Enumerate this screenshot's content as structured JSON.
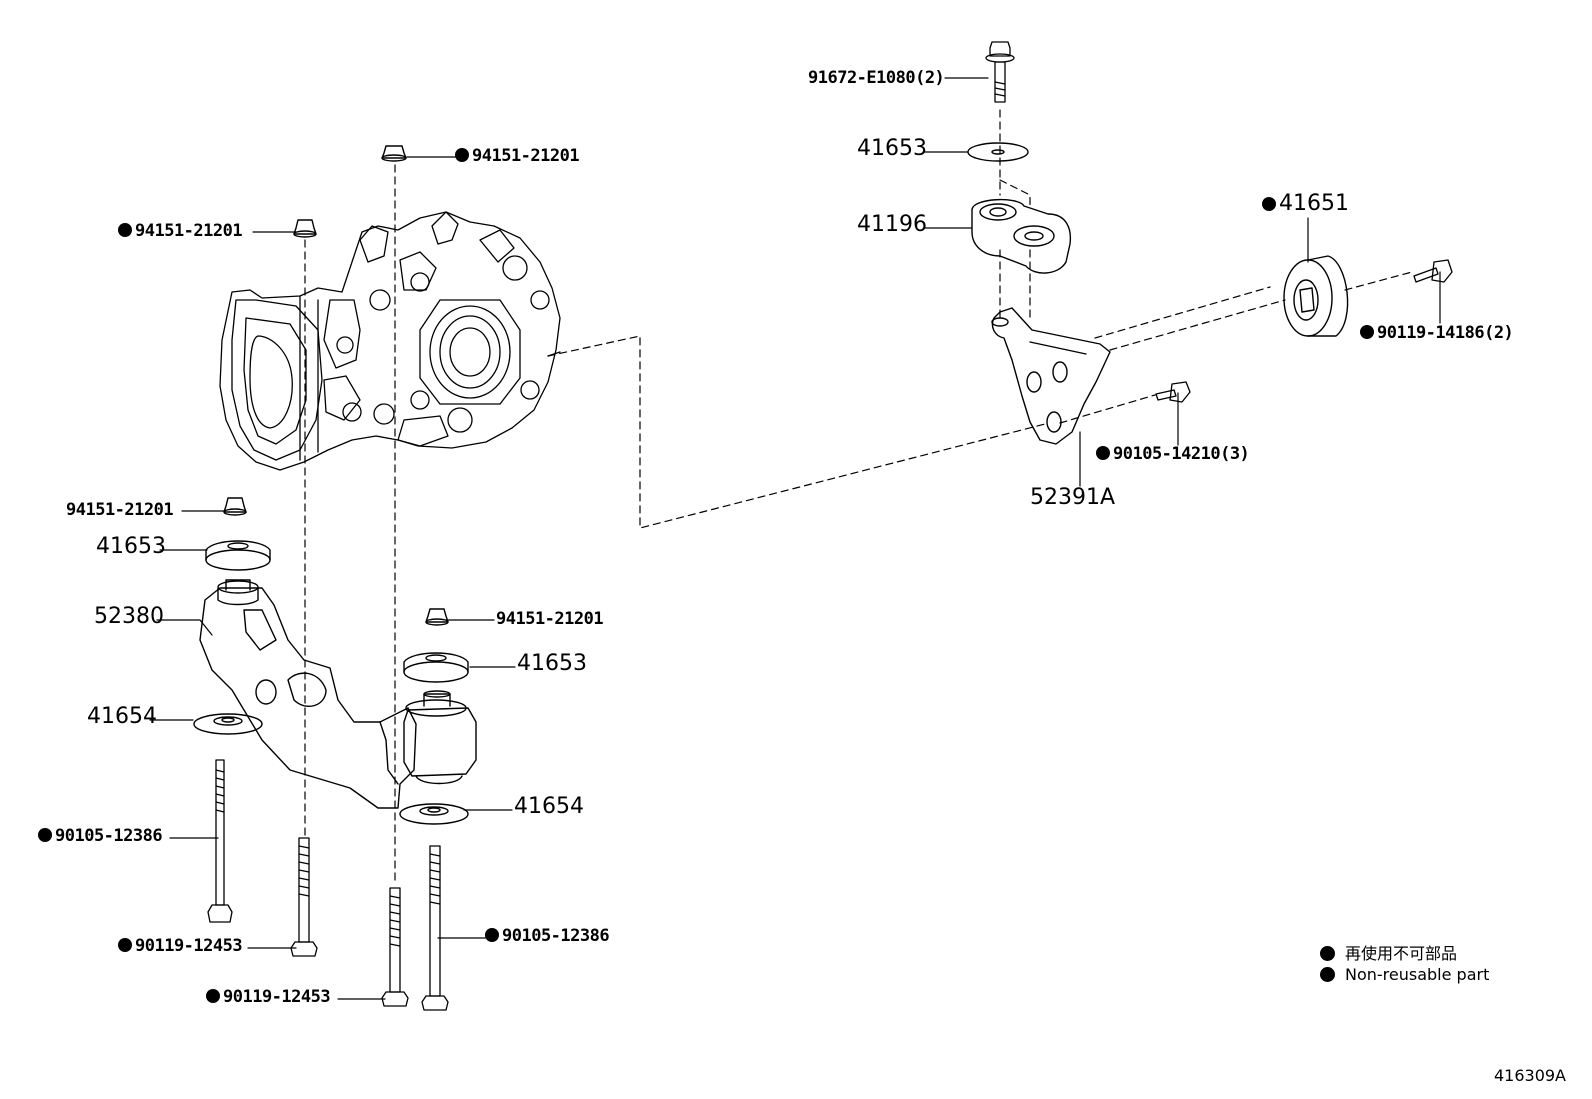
{
  "labels": {
    "bolt_91672": "91672-E1080(2)",
    "stopper_top_right": "41653",
    "mount_41196": "41196",
    "insulator_41651": "41651",
    "bolt_90119_14186": "90119-14186(2)",
    "bolt_90105_14210": "90105-14210(3)",
    "bracket_52391A": "52391A",
    "nut_top_center": "94151-21201",
    "nut_top_left": "94151-21201",
    "nut_left": "94151-21201",
    "stopper_left": "41653",
    "member_52380": "52380",
    "washer_left": "41654",
    "nut_right": "94151-21201",
    "stopper_right": "41653",
    "washer_right": "41654",
    "bolt_90105_12386_left": "90105-12386",
    "bolt_90119_12453_left": "90119-12453",
    "bolt_90119_12453_bottom": "90119-12453",
    "bolt_90105_12386_right": "90105-12386"
  },
  "legend": {
    "line1": "再使用不可部品",
    "line2": "Non-reusable part"
  },
  "figure_id": "416309A"
}
